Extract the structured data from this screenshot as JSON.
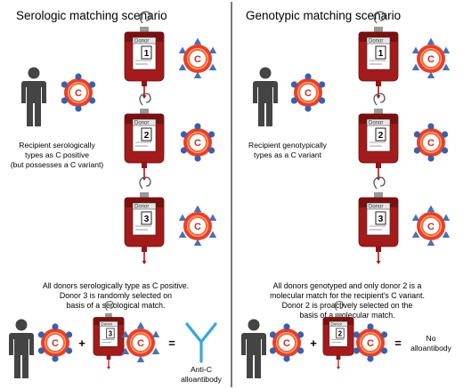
{
  "left_panel": {
    "title": "Serologic matching scenario",
    "recipient_caption": [
      "Recipient serologically",
      "types as C positive",
      "(but possesses a C variant)"
    ],
    "summary": [
      "All donors serologically type as C positive.",
      "Donor 3 is randomly selected on",
      "basis of a serological match."
    ],
    "result_label": [
      "Anti-C",
      "alloantibody"
    ]
  },
  "right_panel": {
    "title": "Genotypic matching scenario",
    "recipient_caption": [
      "Recipient genotypically",
      "types as a C variant"
    ],
    "summary": [
      "All donors genotyped and only donor 2 is a",
      "molecular match for the recipient's C variant.",
      "Donor 2 is proactively selected on the",
      "basis of a molecular match."
    ],
    "result_label": [
      "No",
      "alloantibody"
    ]
  },
  "antigen_letter": "C",
  "bag_label": "Donor",
  "donor_numbers": [
    "1",
    "2",
    "3"
  ],
  "operators": {
    "plus": "+",
    "equals": "="
  },
  "colors": {
    "blood": "#a31b1b",
    "cell": "#e8402a",
    "cell_inner": "#f26a3a",
    "antigen_circle": "#3e5fa8",
    "antigen_triangle": "#4a6fb5",
    "person": "#444444",
    "antibody": "#3ba6d9"
  }
}
